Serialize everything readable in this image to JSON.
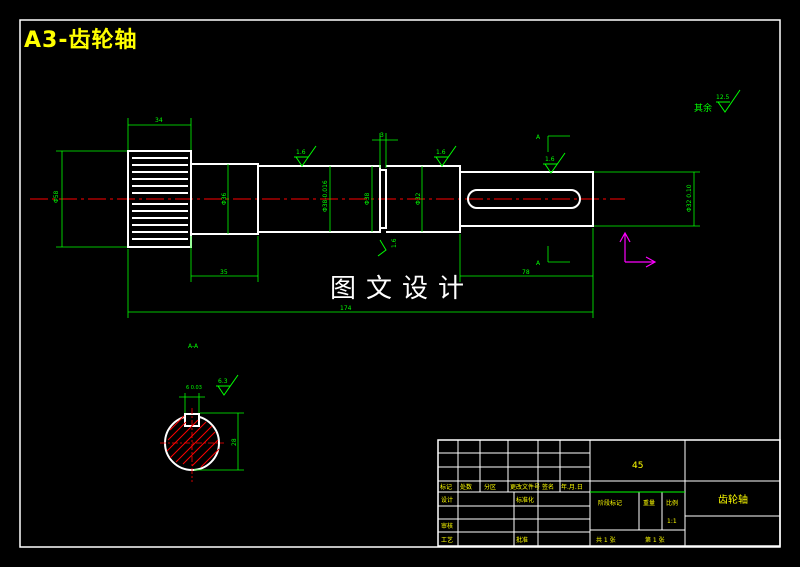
{
  "drawing": {
    "sheet_title": "A3-齿轮轴",
    "watermark": "图文设计"
  },
  "dimensions": {
    "gear_width": "34",
    "gear_dia": "Φ58",
    "seg1_dia": "Φ36",
    "seg2_dia": "Φ38-0.016",
    "groove_width": "3",
    "seg3_dia": "Φ38",
    "seg4_dia": "Φ32",
    "keyway_dia": "Φ32 0.10",
    "len_seg1": "35",
    "len_seg4": "78",
    "total_length": "174",
    "section_width": "6 0.03",
    "section_depth": "28"
  },
  "roughness": {
    "r1": "1.6",
    "r2": "1.6",
    "r3": "1.6",
    "r4": "1.6",
    "r5": "6.3",
    "rest_value": "12.5",
    "rest_label": "其余"
  },
  "section": {
    "mark_top": "A",
    "mark_bottom": "A",
    "label": "A-A"
  },
  "title_block": {
    "material": "45",
    "part_name": "齿轮轴",
    "row_labels": [
      "标记",
      "处数",
      "分区",
      "更改文件号",
      "签名",
      "年.月.日"
    ],
    "designer": "设计",
    "standardized": "标准化",
    "review": "审核",
    "process": "工艺",
    "approve": "批准",
    "stage_mark": "阶段标记",
    "weight": "重量",
    "scale": "比例",
    "scale_value": "1:1",
    "sheets_total": "共 1 张",
    "sheet_no": "第 1 张"
  }
}
